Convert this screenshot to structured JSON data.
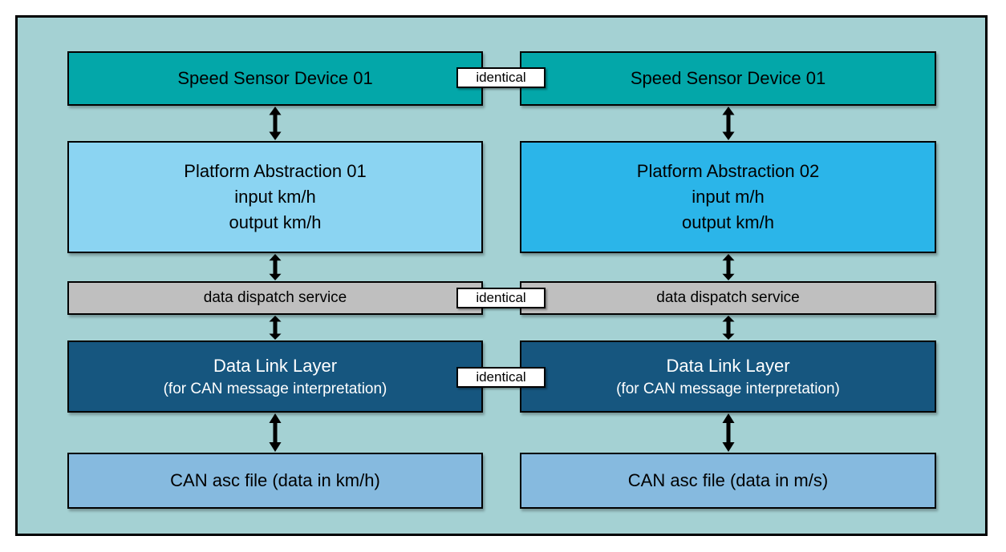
{
  "colors": {
    "page_bg": "#FFFFFF",
    "panel_bg": "#A4D1D3",
    "panel_border": "#000000",
    "sensor_box": "#03A7A9",
    "platform_left_box": "#8BD4F2",
    "platform_right_box": "#2BB5E9",
    "dispatch_box": "#BFBFBF",
    "datalink_box": "#16567F",
    "datalink_text": "#FFFFFF",
    "can_file_box": "#86BADF",
    "identical_badge_bg": "#FFFFFF",
    "arrow": "#000000"
  },
  "left_stack": {
    "sensor": "Speed Sensor Device 01",
    "platform": {
      "title": "Platform Abstraction 01",
      "input": "input km/h",
      "output": "output km/h"
    },
    "dispatch": "data dispatch service",
    "datalink": {
      "title": "Data Link Layer",
      "subtitle": "(for CAN message interpretation)"
    },
    "can_file": "CAN asc file (data in km/h)"
  },
  "right_stack": {
    "sensor": "Speed Sensor Device 01",
    "platform": {
      "title": "Platform Abstraction 02",
      "input": "input m/h",
      "output": "output km/h"
    },
    "dispatch": "data dispatch service",
    "datalink": {
      "title": "Data Link Layer",
      "subtitle": "(for CAN message interpretation)"
    },
    "can_file": "CAN asc file (data in m/s)"
  },
  "connectors": {
    "identical_top": "identical",
    "identical_middle": "identical",
    "identical_bottom": "identical"
  }
}
